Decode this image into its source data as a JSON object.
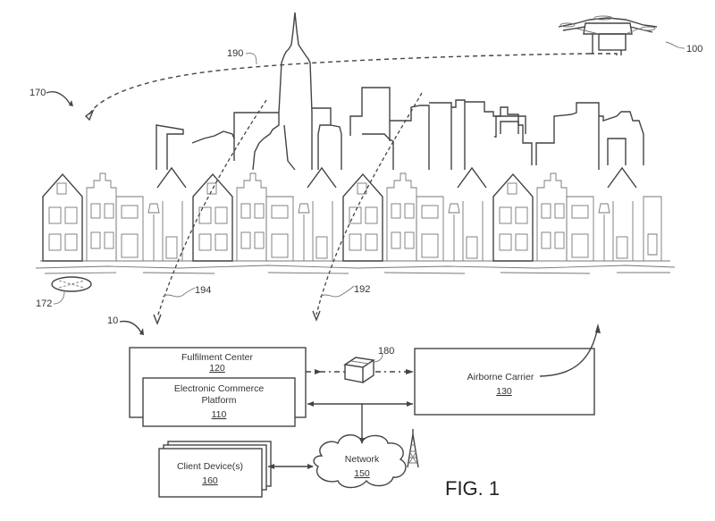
{
  "figure": {
    "caption": "FIG. 1",
    "reference_labels": {
      "system": "10",
      "drone_top": "100",
      "environment": "170",
      "landing_zone": "172",
      "package": "180",
      "flight_path_main": "190",
      "flight_path_a": "192",
      "flight_path_b": "194"
    }
  },
  "blocks": {
    "fulfillment_center": {
      "title": "Fulfilment Center",
      "number": "120"
    },
    "ecommerce_platform": {
      "title_line1": "Electronic Commerce",
      "title_line2": "Platform",
      "number": "110"
    },
    "airborne_carrier": {
      "title": "Airborne Carrier",
      "number": "130"
    },
    "client_devices": {
      "title": "Client Device(s)",
      "number": "160"
    },
    "network": {
      "title": "Network",
      "number": "150"
    }
  },
  "icons": [
    "drone-icon",
    "package-icon",
    "cell-tower-icon",
    "cloud-icon",
    "landing-pad-icon",
    "city-skyline-illustration"
  ]
}
